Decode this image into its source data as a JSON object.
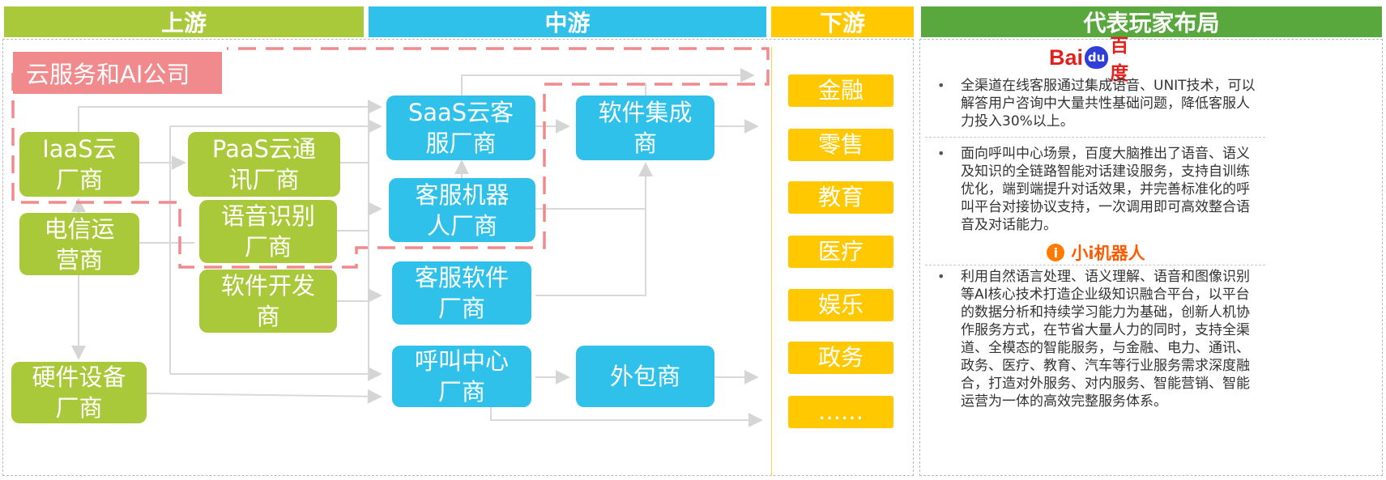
{
  "headers": {
    "upstream": "上游",
    "midstream": "中游",
    "downstream": "下游",
    "players": "代表玩家布局"
  },
  "cloud_label": "云服务和AI公司",
  "upstream_boxes": {
    "iaas": "IaaS云\n厂商",
    "telecom": "电信运\n营商",
    "hardware": "硬件设备\n厂商",
    "paas": "PaaS云通\n讯厂商",
    "speech": "语音识别\n厂商",
    "software_dev": "软件开发\n商"
  },
  "midstream_boxes": {
    "saas": "SaaS云客\n服厂商",
    "robot": "客服机器\n人厂商",
    "cs_software": "客服软件\n厂商",
    "call_center": "呼叫中心\n厂商",
    "integrator": "软件集成\n商",
    "outsourcing": "外包商"
  },
  "downstream_items": [
    "金融",
    "零售",
    "教育",
    "医疗",
    "娱乐",
    "政务",
    "……"
  ],
  "players": {
    "baidu_logo": {
      "left": "Bai",
      "paw": "du",
      "right": "百度"
    },
    "baidu_bullets": [
      "全渠道在线客服通过集成语音、UNIT技术，可以解答用户咨询中大量共性基础问题，降低客服人力投入30%以上。",
      "面向呼叫中心场景，百度大脑推出了语音、语义及知识的全链路智能对话建设服务，支持自训练优化，端到端提升对话效果，并完善标准化的呼叫平台对接协议支持，一次调用即可高效整合语音及对话能力。"
    ],
    "xiaoi_logo": {
      "icon": "i",
      "text": "小i机器人"
    },
    "xiaoi_bullets": [
      "利用自然语言处理、语义理解、语音和图像识别等AI核心技术打造企业级知识融合平台，以平台的数据分析和持续学习能力为基础，创新人机协作服务方式，在节省大量人力的同时，支持全渠道、全模态的智能服务，与金融、电力、通讯、政务、医疗、教育、汽车等行业服务需求深度融合，打造对外服务、对内服务、智能营销、智能运营为一体的高效完整服务体系。"
    ],
    "bullet_char": "•"
  },
  "colors": {
    "upstream_header": "#a9c93a",
    "midstream_header": "#2fc1ea",
    "downstream_header": "#ffc800",
    "players_header": "#58a83e",
    "cloud_highlight": "#f08a8d"
  }
}
